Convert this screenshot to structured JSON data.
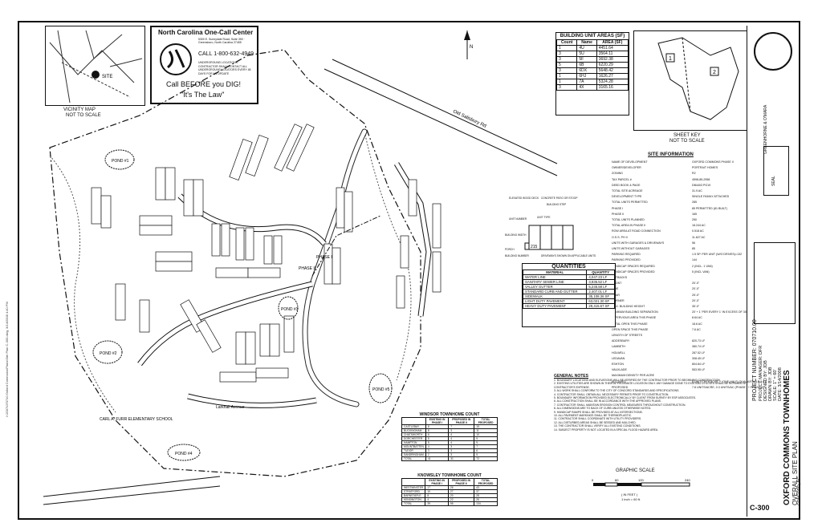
{
  "vicinity": {
    "title": "VICINITY MAP",
    "subtitle": "NOT TO SCALE",
    "site": "SITE"
  },
  "one_call": {
    "title": "North Carolina One-Call Center",
    "address": "5300 E. Sunnydale Road, Suite 390 · Greensboro, North Carolina 27455",
    "call": "CALL 1-800-632-4949",
    "notice": "UNDERGROUND LOCATIONS · CONTRACTOR SHALL CONTACT ALL UNDERGROUND LOCATORS EVERY 48 DAYS FOR AN UPDATE",
    "slogan_1": "Call BEFORE you DIG!",
    "slogan_2": "\"It's The Law\""
  },
  "building_units": {
    "title": "BUILDING UNIT AREAS (SF)",
    "headers": [
      "Count",
      "Name",
      "AREA (SF)"
    ],
    "rows": [
      [
        "1",
        "4U",
        "4451.64"
      ],
      [
        "3",
        "5U",
        "3564.11"
      ],
      [
        "3",
        "5F",
        "3692.38"
      ],
      [
        "5",
        "6B",
        "6220.29"
      ],
      [
        "3",
        "6DX",
        "5648.42"
      ],
      [
        "1",
        "6HJ",
        "1626.27"
      ],
      [
        "1",
        "7A",
        "5324.28"
      ],
      [
        "3",
        "4X",
        "3165.16"
      ]
    ]
  },
  "sheet_key": {
    "title": "SHEET KEY",
    "subtitle": "NOT TO SCALE",
    "label_1": "1",
    "label_2": "2"
  },
  "site_info": {
    "title": "SITE INFORMATION",
    "rows": [
      [
        "NAME OF DEVELOPMENT",
        "OXFORD COMMONS PHASE II"
      ],
      [
        "OWNER/DEVELOPER",
        "PORTRAIT HOMES"
      ],
      [
        "ZONING",
        "R2"
      ],
      [
        "TAX PARCEL #",
        "4598-85-2958"
      ],
      [
        "DEED BOOK & PAGE",
        "DB4403 PG19"
      ],
      [
        "TOTAL SITE ACREAGE",
        "31.9 AC"
      ],
      [
        "DEVELOPMENT TYPE",
        "SINGLE FAMILY ATTACHED"
      ],
      [
        "TOTAL UNITS PERMITTED",
        "285"
      ],
      [
        "PHASE I",
        "85 PERMITTED (81 BUILT)"
      ],
      [
        "PHASE II",
        "165"
      ],
      [
        "TOTAL UNITS PLANNED",
        "250"
      ],
      [
        "TOTAL AREA IN PHASE II",
        "18.244 AC"
      ],
      [
        "ROW AREA AT ROAD CONNECTION",
        "0.518 AC"
      ],
      [
        "O.S.S. PH II",
        "11.627 AC"
      ],
      [
        "UNITS WITH GARAGES & DRIVEWAYS",
        "96"
      ],
      [
        "UNITS WITHOUT GARAGES",
        "85"
      ],
      [
        "PARKING REQUIRED",
        "1.5 SP. PER UNIT (W/O DRIVES)=132"
      ],
      [
        "PARKING PROVIDED",
        "144"
      ],
      [
        "HANDICAP SPACES REQUIRED",
        "2 (INCL. 1 VAN)"
      ],
      [
        "HANDICAP SPACES PROVIDED",
        "5 (INCL VAN)"
      ],
      [
        "SETBACKS",
        ""
      ],
      [
        "FRONT",
        "20'-0\""
      ],
      [
        "SIDE",
        "20'-0\""
      ],
      [
        "REAR",
        "25'-0\""
      ],
      [
        "CORNER",
        "20'-0\""
      ],
      [
        "MAX. BUILDING HEIGHT",
        "35'-0\""
      ],
      [
        "MINIMUM BUILDING SEPARATION",
        "20' + 1' PER EVERY 1' IN EXCESS OF 35'"
      ],
      [
        "IMPERVIOUS AREA THIS PHASE",
        "8.64 AC"
      ],
      [
        "TOTAL OPEN THIS PHASE",
        "18.6 AC"
      ],
      [
        "OPEN SPACE THIS PHASE",
        "7.6 AC"
      ],
      [
        "LENGTH OF STREETS",
        ""
      ],
      [
        "ADDESBURY",
        "820.73 LF"
      ],
      [
        "LAMBETH",
        "380.74 LF"
      ],
      [
        "HOLWELL",
        "287.52 LF"
      ],
      [
        "LEDAVAN",
        "308.45 LF"
      ],
      [
        "ESHTON",
        "804.84 LF"
      ],
      [
        "VAUXLADE",
        "553.95 LF"
      ],
      [
        "MAXIMUM DENSITY PER ACRE",
        ""
      ],
      [
        "ALLOWED",
        "8 UNITS PER ACRE + (ONE-HALF) QUAL ARTICLE 3.6.6"
      ],
      [
        "PROPOSED",
        "7.8 UNITS/ACRE, 0.3 UNITS/AC (PHASE I + PHASE II)"
      ]
    ]
  },
  "quantities": {
    "title": "QUANTITIES",
    "headers": [
      "MATERIAL",
      "QUANTITY"
    ],
    "rows": [
      [
        "WATER LINE",
        "4,047.23 LF"
      ],
      [
        "SANITARY SEWER LINE",
        "3,936.52 LF"
      ],
      [
        "VALLEY GUTTER",
        "5,245.58 LF"
      ],
      [
        "STANDARD CURB AND GUTTER",
        "2,407.01 LF"
      ],
      [
        "SIDEWALK",
        "35,108.36 SF"
      ],
      [
        "LIGHT DUTY PAVEMENT",
        "63,021.30 SF"
      ],
      [
        "HEAVY DUTY PAVEMENT",
        "29,415.67 SF"
      ]
    ]
  },
  "detail": {
    "labels": [
      "ELEVATED WOOD DECK",
      "CONCRETE PATIO OR STOOP",
      "BUILDING STEP",
      "UNIT NUMBER",
      "UNIT TYPE",
      "BUILDING NUMBER",
      "DRIVEWAYS SHOWN ON APPLICABLE UNITS",
      "PORCH",
      "BUILDING WIDTH"
    ],
    "number": "215"
  },
  "map_labels": {
    "road": "Old Salisbury Rd",
    "phase_1": "PHASE I",
    "phase_2": "PHASE II",
    "pond_1": "POND #1",
    "pond_2": "POND #2",
    "pond_3": "POND #3",
    "pond_4": "POND #4",
    "pond_5": "POND #5",
    "school": "CARL A. FURR ELEMENTARY SCHOOL",
    "street": "Larkhall Avenue",
    "north": "N"
  },
  "windsor": {
    "title": "WINDSOR TOWNHOME COUNT",
    "headers": [
      "",
      "EXISTING IN PHASE I",
      "PROPOSED IN PHASE II",
      "TOTAL PROPOSED"
    ],
    "rows": [
      [
        "CASTLEBAY",
        "8",
        "7",
        "15"
      ],
      [
        "BUCKINGHAM",
        "8",
        "3",
        "11"
      ],
      [
        "CHATSWORTH",
        "6",
        "4",
        "10"
      ],
      [
        "DORCHESTER",
        "5",
        "4",
        "9"
      ],
      [
        "HAMPTON",
        "5",
        "4",
        "9"
      ],
      [
        "MOUNTBATTEN",
        "4",
        "3",
        "7"
      ],
      [
        "TUDOR",
        "3",
        "3",
        "6"
      ],
      [
        "SANDRINGHAM",
        "2",
        "3",
        "5"
      ],
      [
        "TOTAL",
        "41",
        "31",
        "72"
      ]
    ]
  },
  "knowsley": {
    "title": "KNOWSLEY TOWNHOME COUNT",
    "headers": [
      "",
      "EXISTING IN PHASE I",
      "PROPOSED IN PHASE II",
      "TOTAL PROPOSED"
    ],
    "rows": [
      [
        "WESTMINSTER",
        "17",
        "26",
        "43"
      ],
      [
        "STRATFORD",
        "10",
        "27",
        "37"
      ],
      [
        "BARNSTAPLE",
        "8",
        "20",
        "28"
      ],
      [
        "KENSINGTON",
        "4",
        "22",
        "26"
      ],
      [
        "TOTAL",
        "39",
        "95",
        "134"
      ]
    ]
  },
  "notes_title": "GENERAL NOTES",
  "notes": [
    "1. BOUNDARY LOCATIONS AND ELEVATIONS WILL BE VERIFIED BY THE CONTRACTOR PRIOR TO BEGINNING CONSTRUCTION.",
    "2. EXISTING UTILITIES ARE SHOWN IN THEIR APPROXIMATE LOCATION ONLY. ANY DAMAGE DONE TO EXISTING UTILITIES SHALL BE REPAIRED AT CONTRACTOR'S EXPENSE.",
    "3. ALL WORK SHALL CONFORM TO THE CITY OF CONCORD STANDARDS AND SPECIFICATIONS.",
    "4. CONTRACTOR SHALL OBTAIN ALL NECESSARY PERMITS PRIOR TO CONSTRUCTION.",
    "5. BOUNDARY INFORMATION PROVIDED ELECTRONICALLY BY CLIENT FROM SURVEY BY ESP ASSOCIATES.",
    "6. ALL CONSTRUCTION SHALL BE IN ACCORDANCE WITH THE APPROVED PLANS.",
    "7. CONTRACTOR SHALL MAINTAIN EROSION CONTROL MEASURES THROUGHOUT CONSTRUCTION.",
    "8. ALL DIMENSIONS ARE TO BACK OF CURB UNLESS OTHERWISE NOTED.",
    "9. HANDICAP RAMPS SHALL BE PROVIDED AT ALL INTERSECTIONS.",
    "10. ALL PAVEMENT MARKINGS SHALL BE THERMOPLASTIC.",
    "11. CONTRACTOR SHALL COORDINATE WITH UTILITY PROVIDERS.",
    "12. ALL DISTURBED AREAS SHALL BE SEEDED AND MULCHED.",
    "13. THE CONTRACTOR SHALL VERIFY ALL EXISTING CONDITIONS.",
    "14. SUBJECT PROPERTY IS NOT LOCATED IN A SPECIAL FLOOD HAZARD AREA."
  ],
  "graphic_scale": {
    "title": "GRAPHIC SCALE",
    "unit": "( IN FEET )",
    "ratio": "1 inch = 60 ft.",
    "ticks": [
      "0",
      "30",
      "60",
      "120",
      "240"
    ]
  },
  "title_block": {
    "project": "OXFORD COMMONS TOWNHOMES",
    "sheet_name": "OVERALL SITE PLAN",
    "location": "CONCORD, NC",
    "sheet_number": "C-300",
    "project_number": "PROJECT NUMBER: 070710.00",
    "manager": "PROJECT MANAGER: DFR",
    "designed": "DESIGNED BY: JDB",
    "drawn": "DRAWN BY: JDB",
    "scale": "SCALE: 1\" = 60'",
    "date": "DATE: 3/14/2008",
    "firm": "GREENHORNE & O'MARA",
    "seal": "SEAL"
  },
  "side_stamp": "I:\\2007\\070710 Oxford Commons\\Plans\\Site Plan C-300.dwg, 3/14/2008 4:40 PM"
}
